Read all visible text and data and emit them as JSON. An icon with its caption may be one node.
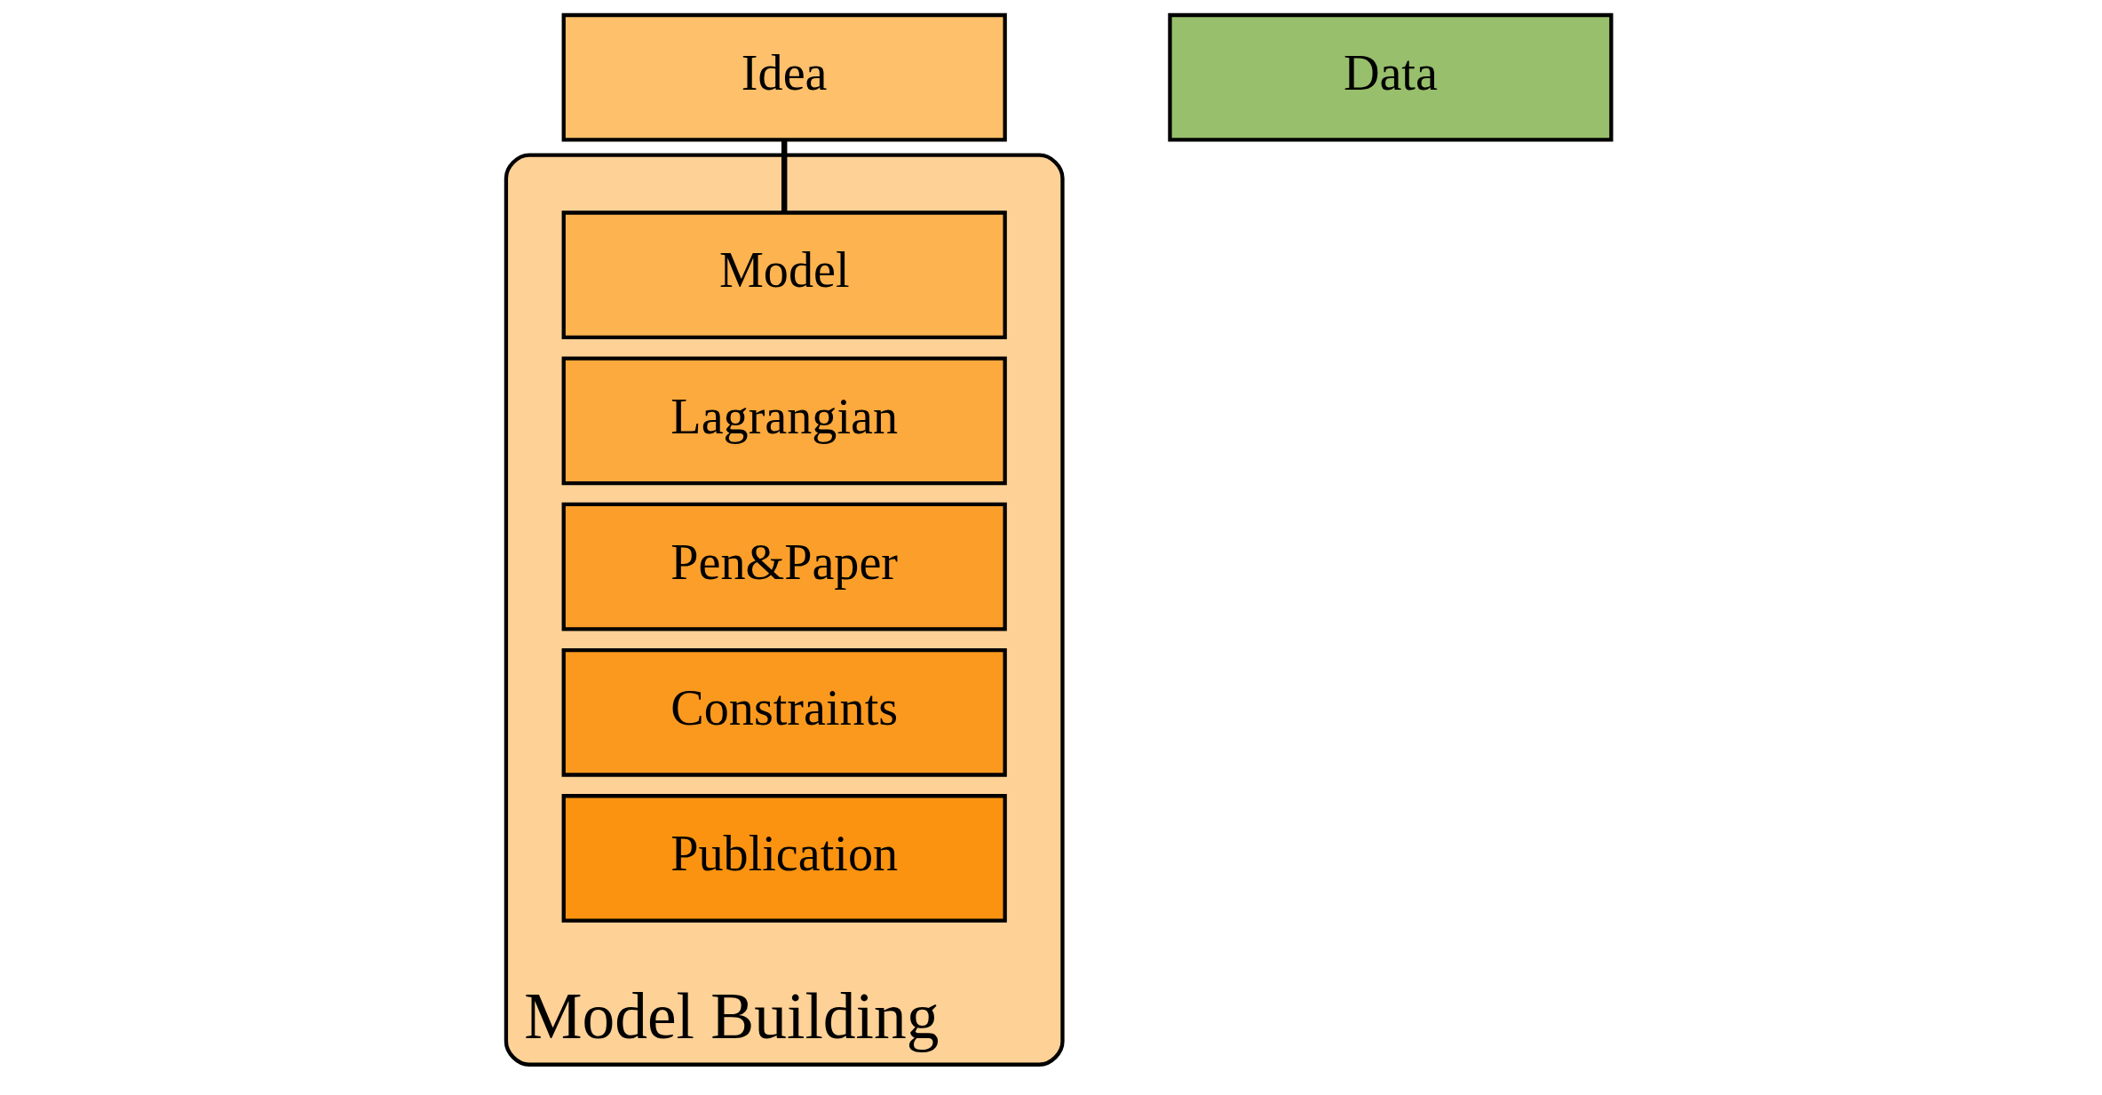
{
  "diagram": {
    "nodes": [
      {
        "text": [
          "Idea"
        ]
      },
      {
        "text": [
          "Model Building"
        ]
      },
      {
        "text": [
          "Model"
        ],
        "in": 1
      },
      {
        "text": [
          "Lagrangian"
        ],
        "in": 1
      },
      {
        "text": [
          "Pen&Paper"
        ],
        "in": 1
      },
      {
        "text": [
          "Constraints"
        ],
        "in": 1
      },
      {
        "text": [
          "Publication"
        ],
        "in": 1
      },
      {
        "text": [
          "Data"
        ]
      }
    ],
    "edges": [
      {
        "from": 0,
        "to": 2,
        "arrow": "none"
      }
    ]
  }
}
